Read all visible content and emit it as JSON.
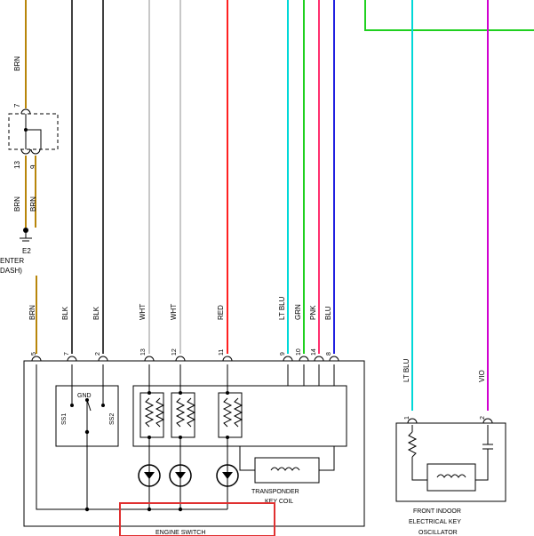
{
  "wires": {
    "brn": "BRN",
    "blk": "BLK",
    "wht": "WHT",
    "red": "RED",
    "lt_blu": "LT BLU",
    "grn": "GRN",
    "pnk": "PNK",
    "blu": "BLU",
    "vio": "VIO"
  },
  "left_block": {
    "pin_top": "7",
    "pin_bottom_a": "13",
    "pin_bottom_b": "9",
    "ground_id": "E2",
    "ground_desc_1": "ENTER",
    "ground_desc_2": "DASH)"
  },
  "engine_switch": {
    "pins": [
      "5",
      "7",
      "2",
      "13",
      "12",
      "11",
      "9",
      "10",
      "14",
      "8"
    ],
    "gnd": "GND",
    "ss1": "SS1",
    "ss2": "SS2",
    "transponder_line1": "TRANSPONDER",
    "transponder_line2": "KEY COIL",
    "name": "ENGINE SWITCH"
  },
  "oscillator": {
    "pin_1": "1",
    "pin_2": "2",
    "line1": "FRONT INDOOR",
    "line2": "ELECTRICAL KEY",
    "line3": "OSCILLATOR"
  },
  "colors": {
    "brn": "#b8860b",
    "blk": "#404040",
    "wht": "#c8c8c8",
    "red": "#ff2020",
    "lt_blu": "#00d8d8",
    "grn": "#20d020",
    "pnk": "#ff3070",
    "blu": "#2020e0",
    "vio": "#d000d0",
    "highlight": "#e03030"
  }
}
